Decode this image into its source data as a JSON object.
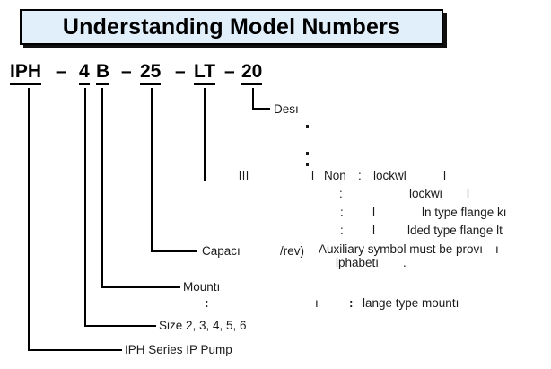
{
  "title": {
    "text": "Understanding Model Numbers"
  },
  "model_number": {
    "segments": [
      {
        "text": "IPH"
      },
      {
        "text": "4"
      },
      {
        "text": "B"
      },
      {
        "text": "25"
      },
      {
        "text": "LT"
      },
      {
        "text": "20"
      }
    ],
    "separator": "–"
  },
  "labels": {
    "design": "Desı",
    "capacity": "Capacı",
    "capacity_unit": "/rev)",
    "mounting": "Mountı",
    "size": "Size 2, 3, 4, 5, 6",
    "series": "IPH Series IP Pump",
    "flange_mounting": "lange type mountı",
    "aux_line1": "Auxiliary symbol must be provı",
    "aux_line1_tail": "ı",
    "aux_line2": "lphabetı",
    "aux_line2_tail": "."
  },
  "fragments": {
    "row1": {
      "bars": "lll",
      "bar_single": "l",
      "non": "Non",
      "colon": ":",
      "text": "lockwl",
      "tail": "l"
    },
    "row2": {
      "colon": ":",
      "text": "lockwi",
      "tail": "l"
    },
    "row3": {
      "colon": ":",
      "bar": "l",
      "text": "ln type flange kı"
    },
    "row4": {
      "colon": ":",
      "bar": "l",
      "text": "lded type flange  lt"
    },
    "mount_row": {
      "colon_left": ":",
      "bar": "ı",
      "colon_right": ":"
    }
  },
  "colors": {
    "title_fill": "#e1effa",
    "title_border": "#000000",
    "line": "#000000",
    "text": "#1a1a1a"
  }
}
